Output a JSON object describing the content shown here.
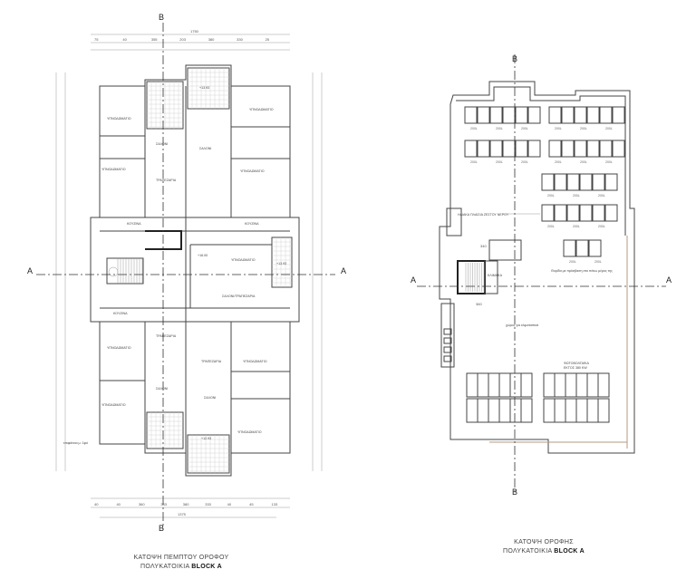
{
  "left_plan": {
    "title_line1": "ΚΑΤΟΨΗ ΠΕΜΠΤΟΥ ΟΡΟΦΟΥ",
    "title_line2_prefix": "ΠΟΛΥΚΑΤΟΙΚΙΑ",
    "title_line2_bold": "BLOCK A",
    "total_width_top": "1750",
    "total_width_bottom": "1375",
    "top_dims": [
      "75",
      "40",
      "355",
      "203",
      "380",
      "330",
      "25"
    ],
    "bottom_dims": [
      "40",
      "40",
      "360",
      "333",
      "380",
      "333",
      "40",
      "45",
      "133"
    ],
    "rooms": {
      "bedroom": "ΥΠΝΟΔΩΜΑΤΙΟ",
      "living": "ΣΑΛΟΝΙ",
      "dining": "ΤΡΑΠΕΖΑΡΙΑ",
      "kitchen": "ΚΟΥΖΙΝΑ",
      "living_dining": "ΣΑΛΟΝΙ/ΤΡΑΠΕΖΑΡΙΑ",
      "level_1": "+13.93",
      "level_2": "+16.00",
      "level_3": "+13.93",
      "level_4": "+12.93"
    },
    "note": "επιφάνεια μ. 1φό"
  },
  "right_plan": {
    "title_line1": "ΚΑΤΟΨΗ ΟΡΟΦΗΣ",
    "title_line2_prefix": "ΠΟΛΥΚΑΤΟΙΚΙΑ",
    "title_line2_bold": "BLOCK A",
    "tank_label": "200L",
    "solar_label": "ΗΛΙΑΚΑ ΠΛΑΙΣΙΑ ΖΕΣΤΟΥ ΝΕΡΟΥ",
    "stair_label": "ΚΛΙΜΑΚΑ",
    "stair_dim": "340",
    "stair_dim_bottom": "360",
    "hatch_note": "Θυρίδα με πρόσβαση στο πάνω μέρος της",
    "ac_label": "χώρος για κλιματιστικά",
    "pv_label_1": "ΦΩΤΟΒΟΛΤΑΪΚΑ",
    "pv_label_2": "ΕΚΤΟΣ 380 KW"
  },
  "section_markers": {
    "a": "A",
    "b": "B"
  },
  "colors": {
    "line": "#444444",
    "wall": "#222222",
    "grid": "#cccccc",
    "parapet": "#b59a82"
  }
}
